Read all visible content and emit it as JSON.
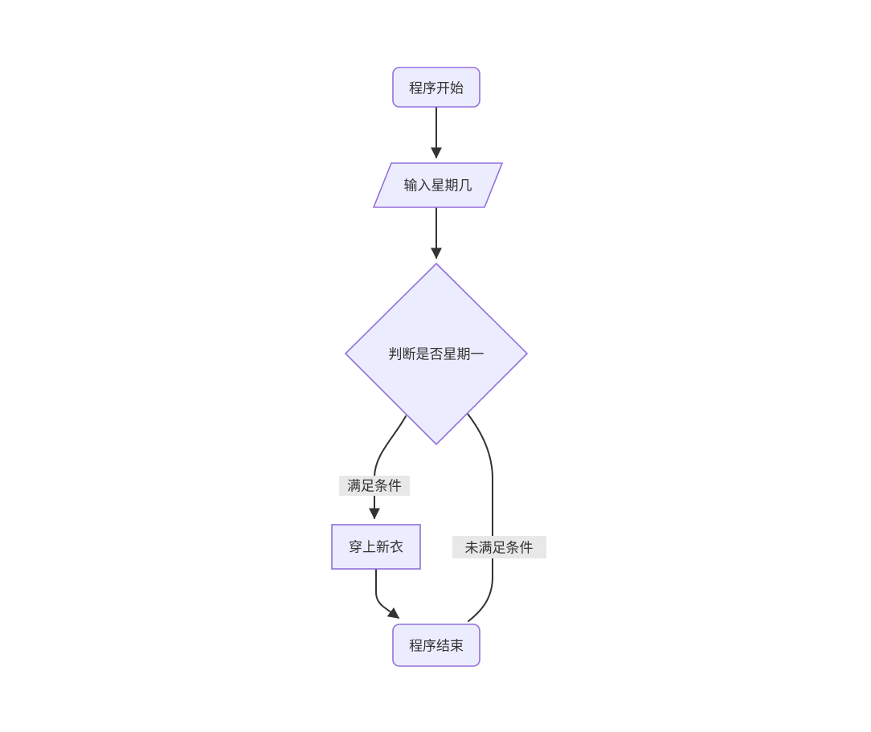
{
  "diagram": {
    "type": "flowchart",
    "direction": "top-down",
    "colors": {
      "node_fill": "#ECECFF",
      "node_border": "#9370DB",
      "edge_line": "#333333",
      "node_text": "#333333",
      "edge_label_background": "#e8e8e8",
      "page_background": "#ffffff"
    },
    "nodes": [
      {
        "id": "start",
        "shape": "rounded-rect",
        "label": "程序开始"
      },
      {
        "id": "input",
        "shape": "parallelogram",
        "label": "输入星期几"
      },
      {
        "id": "decision",
        "shape": "diamond",
        "label": "判断是否星期一"
      },
      {
        "id": "action",
        "shape": "rect",
        "label": "穿上新衣"
      },
      {
        "id": "end",
        "shape": "rounded-rect",
        "label": "程序结束"
      }
    ],
    "edges": [
      {
        "from": "start",
        "to": "input",
        "label": ""
      },
      {
        "from": "input",
        "to": "decision",
        "label": ""
      },
      {
        "from": "decision",
        "to": "action",
        "label": "满足条件"
      },
      {
        "from": "action",
        "to": "end",
        "label": ""
      },
      {
        "from": "decision",
        "to": "end",
        "label": "未满足条件"
      }
    ]
  }
}
